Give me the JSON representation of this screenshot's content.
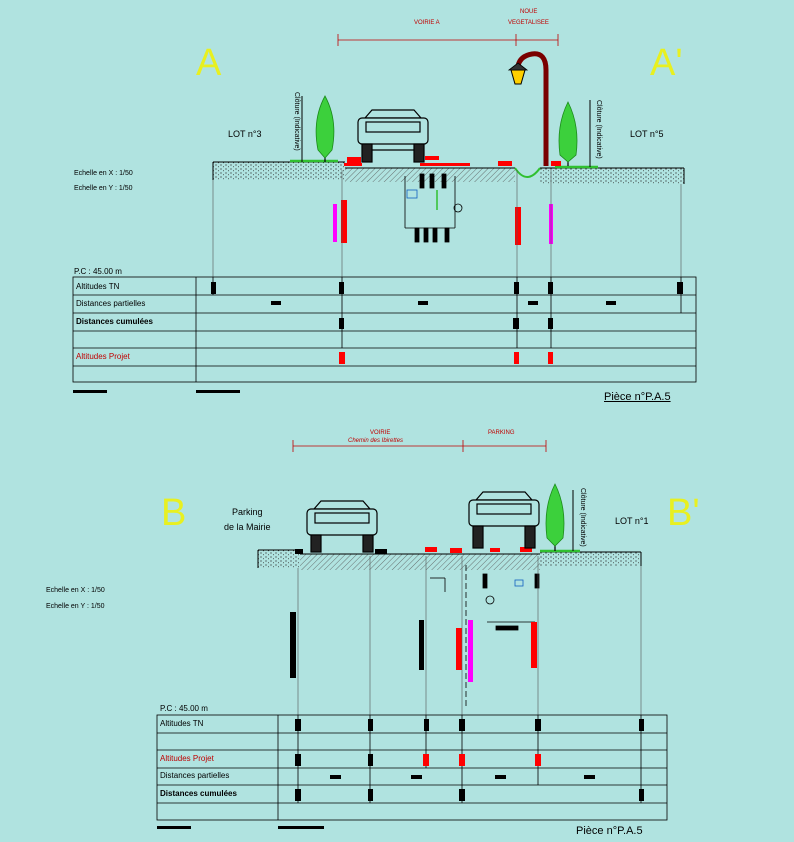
{
  "section_a": {
    "left_marker": "A",
    "right_marker": "A'",
    "header_voirie": "VOIRIE A",
    "header_noue_1": "NOUE",
    "header_noue_2": "VEGETALISEE",
    "lot_left": "LOT n°3",
    "lot_right": "LOT n°5",
    "fence_left": "Clôture (Indicative)",
    "fence_right": "Clôture (Indicative)",
    "scale_x": "Echelle en X : 1/50",
    "scale_y": "Echelle en Y : 1/50",
    "pc": "P.C : 45.00 m",
    "rows": [
      "Altitudes TN",
      "Distances partielles",
      "Distances cumulées",
      "",
      "Altitudes Projet",
      ""
    ],
    "piece": "Pièce n°P.A.5"
  },
  "section_b": {
    "left_marker": "B",
    "right_marker": "B'",
    "header_voirie": "VOIRIE",
    "header_voirie_sub": "Chemin des Ibirettes",
    "header_parking": "PARKING",
    "parking_label_1": "Parking",
    "parking_label_2": "de la Mairie",
    "lot_right": "LOT n°1",
    "fence_right": "Clôture (Indicative)",
    "scale_x": "Echelle en X : 1/50",
    "scale_y": "Echelle en Y : 1/50",
    "pc": "P.C : 45.00 m",
    "rows": [
      "Altitudes TN",
      "",
      "Altitudes Projet",
      "Distances partielles",
      "Distances cumulées",
      ""
    ],
    "piece": "Pièce n°P.A.5"
  },
  "colors": {
    "background": "#b0e3e0",
    "marker": "#e8f020",
    "project": "#ff0000",
    "magenta": "#ff00ff",
    "grass": "#30c030"
  }
}
